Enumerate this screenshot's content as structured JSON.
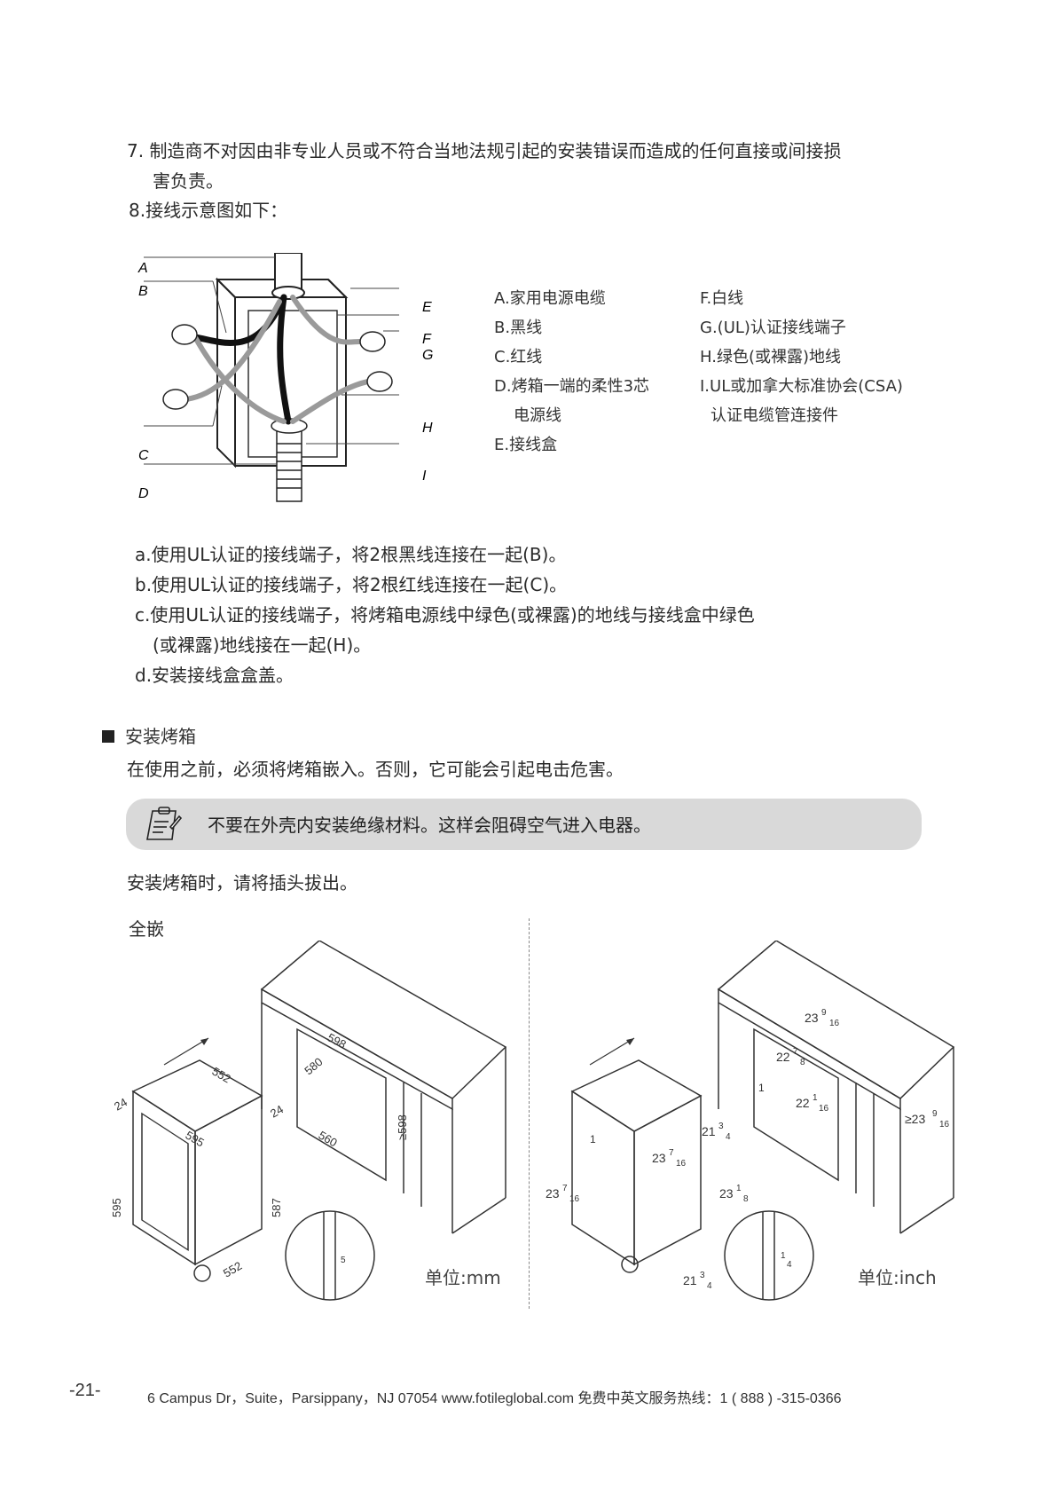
{
  "item7": {
    "line1": "7. 制造商不对因由非专业人员或不符合当地法规引起的安装错误而造成的任何直接或间接损",
    "line2": "害负责。"
  },
  "item8": "8.接线示意图如下：",
  "wiring_labels": {
    "A": "A",
    "B": "B",
    "C": "C",
    "D": "D",
    "E": "E",
    "F": "F",
    "G": "G",
    "H": "H",
    "I": "I"
  },
  "legend_left": [
    "A.家用电源电缆",
    "B.黑线",
    "C.红线",
    "D.烤箱一端的柔性3芯",
    "电源线",
    "E.接线盒"
  ],
  "legend_right": [
    "F.白线",
    "G.(UL)认证接线端子",
    "H.绿色(或裸露)地线",
    "I.UL或加拿大标准协会(CSA)",
    "认证电缆管连接件"
  ],
  "steps": [
    "a.使用UL认证的接线端子，将2根黑线连接在一起(B)。",
    "b.使用UL认证的接线端子，将2根红线连接在一起(C)。",
    "c.使用UL认证的接线端子，将烤箱电源线中绿色(或裸露)的地线与接线盒中绿色",
    "(或裸露)地线接在一起(H)。",
    "d.安装接线盒盒盖。"
  ],
  "section": {
    "title": "安装烤箱",
    "intro": "在使用之前，必须将烤箱嵌入。否则，它可能会引起电击危害。",
    "note": "不要在外壳内安装绝缘材料。这样会阻碍空气进入电器。",
    "unplug": "安装烤箱时，请将插头拔出。",
    "fullbuilt": "全嵌"
  },
  "diagram_mm": {
    "unit": "单位:mm",
    "dims": [
      "598",
      "580",
      "24",
      "560",
      "≥598",
      "24",
      "552",
      "595",
      "595",
      "587",
      "552",
      "5"
    ]
  },
  "diagram_inch": {
    "unit": "单位:inch",
    "dims": [
      "23",
      "9",
      "16",
      "22",
      "7",
      "8",
      "22",
      "1",
      "16",
      "1",
      "21",
      "3",
      "4",
      "≥23",
      "9",
      "16",
      "1",
      "23",
      "7",
      "16",
      "23",
      "7",
      "16",
      "23",
      "1",
      "8",
      "21",
      "3",
      "4",
      "1",
      "4"
    ]
  },
  "footer": {
    "page": "-21-",
    "address": "6 Campus Dr，Suite，Parsippany，NJ 07054  www.fotileglobal.com  免费中英文服务热线：1 ( 888 ) -315-0366"
  },
  "colors": {
    "note_bg": "#d9d9d9",
    "text": "#2a2a2a",
    "black_wire": "#111111",
    "grey_wire": "#9a9a9a"
  }
}
